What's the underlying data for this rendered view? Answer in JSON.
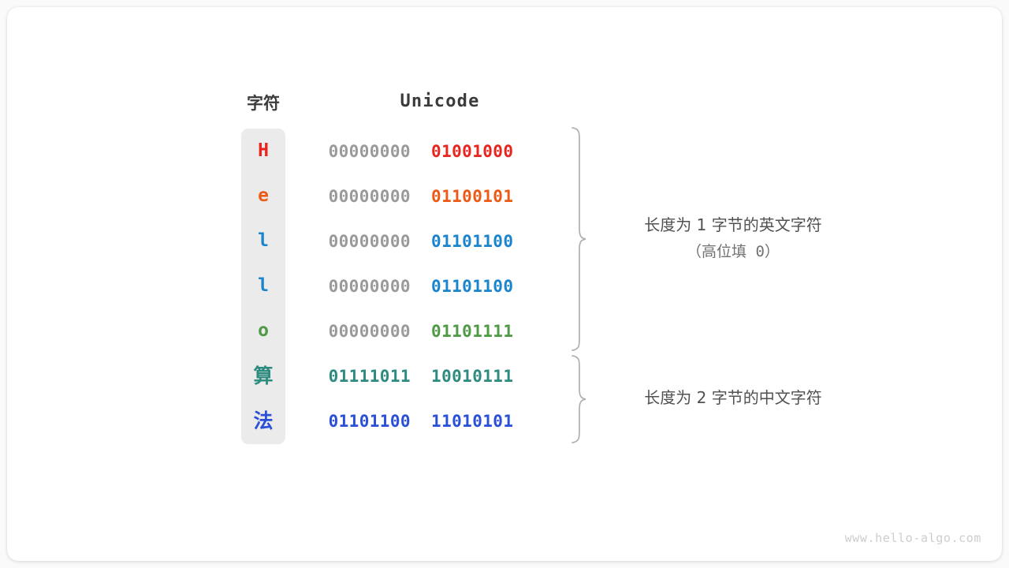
{
  "figure": {
    "title": "Unicode encoding of Hello 算法",
    "background_color": "#fafafa",
    "card_color": "#ffffff",
    "char_column_color": "#ebebeb"
  },
  "headers": {
    "char": "字符",
    "unicode": "Unicode"
  },
  "rows": [
    {
      "char": "H",
      "color": "#e8251f",
      "high_byte": "00000000",
      "low_byte": "01001000",
      "is_cjk": false
    },
    {
      "char": "e",
      "color": "#ec5b16",
      "high_byte": "00000000",
      "low_byte": "01100101",
      "is_cjk": false
    },
    {
      "char": "l",
      "color": "#1a84cc",
      "high_byte": "00000000",
      "low_byte": "01101100",
      "is_cjk": false
    },
    {
      "char": "l",
      "color": "#1a84cc",
      "high_byte": "00000000",
      "low_byte": "01101100",
      "is_cjk": false
    },
    {
      "char": "o",
      "color": "#4e9a45",
      "high_byte": "00000000",
      "low_byte": "01101111",
      "is_cjk": false
    },
    {
      "char": "算",
      "color": "#2e8b7f",
      "high_byte": "01111011",
      "low_byte": "10010111",
      "is_cjk": true
    },
    {
      "char": "法",
      "color": "#2b50d8",
      "high_byte": "01101100",
      "low_byte": "11010101",
      "is_cjk": true
    }
  ],
  "annotations": [
    {
      "main": "长度为 1 字节的英文字符",
      "sub": "（高位填 0）"
    },
    {
      "main": "长度为 2 字节的中文字符",
      "sub": ""
    }
  ],
  "watermark": "www.hello-algo.com",
  "colors": {
    "brace": "#b0b0b0",
    "high_byte_text": "#9a9a9a",
    "header_text": "#3b3b3b",
    "annotation_text": "#515151"
  }
}
